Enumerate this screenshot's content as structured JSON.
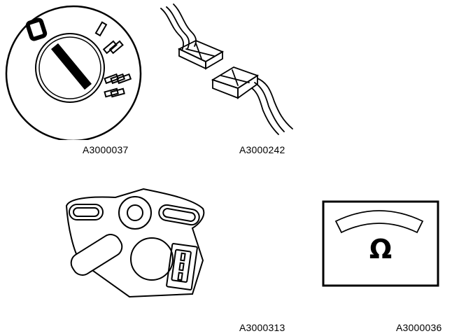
{
  "figures": [
    {
      "id": "ignition-switch",
      "label": "A3000037"
    },
    {
      "id": "electrical-connector",
      "label": "A3000242"
    },
    {
      "id": "throttle-position-sensor",
      "label": "A3000313"
    },
    {
      "id": "ohmmeter",
      "label": "A3000036",
      "symbol": "Ω"
    }
  ],
  "colors": {
    "ink": "#000000",
    "paper": "#ffffff"
  }
}
